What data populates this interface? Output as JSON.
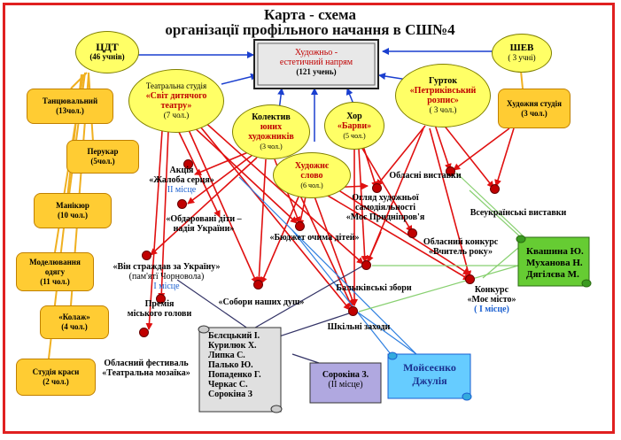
{
  "title": {
    "line1": "Карта - схема",
    "line2": "організації  профільного начання в СШ№4"
  },
  "center": {
    "line1": "Художньо -",
    "line2": "естетичний напрям",
    "line3": "(121 учень)"
  },
  "nodes": {
    "cdt": {
      "name": "ЦДТ",
      "count": "(46 учнів)"
    },
    "shev": {
      "name": "ШЕВ",
      "count": "( 3 учні)"
    },
    "theatre": {
      "pre": "Театральна студія",
      "name1": "«Світ дитячого",
      "name2": "театру»",
      "count": "(7 чол.)"
    },
    "kolektyv": {
      "pre": "Колектив",
      "name1": "юних",
      "name2": "художників",
      "count": "(3 чол.)"
    },
    "khor": {
      "pre": "Хор",
      "name": "«Барви»",
      "count": "(5 чол.)"
    },
    "slovo": {
      "name1": "Художнє",
      "name2": "слово",
      "count": "(6 чол.)"
    },
    "hurtok": {
      "pre": "Гурток",
      "name1": "«Петриківський",
      "name2": "розпис»",
      "count": "( 3 чол.)"
    }
  },
  "orange": {
    "tantsi": {
      "name": "Танцювальний",
      "count": "(13чол.)"
    },
    "perukar": {
      "name": "Перукар",
      "count": "(5чол.)"
    },
    "manikur": {
      "name": "Манікюр",
      "count": "(10 чол.)"
    },
    "model": {
      "l1": "Моделювання",
      "l2": "одягу",
      "count": "(11 чол.)"
    },
    "kolazh": {
      "name": "«Колаж»",
      "count": "(4 чол.)"
    },
    "krasa": {
      "name": "Студія краси",
      "count": "(2 чол.)"
    },
    "khud_studio": {
      "name": "Художня студія",
      "count": "(3 чол.)"
    }
  },
  "events": {
    "aktsia": {
      "l1": "Акція",
      "l2": "«Жалоба серця»",
      "place": "ІІ місце"
    },
    "obdarovani": {
      "l1": "«Обдаровані діти –",
      "l2": "надія України»"
    },
    "vin_strazhdav": {
      "l1": "«Він страждав за Україну»",
      "l2": "(пам'ятї Чорновола)",
      "place": "І місце"
    },
    "premiya": {
      "l1": "Премія",
      "l2": "міського голови"
    },
    "festival": {
      "l1": "Обласний фестиваль",
      "l2": "«Театральна мозаїка»"
    },
    "sobor": {
      "l1": "«Собори наших душ»"
    },
    "biudzhet": {
      "l1": "«Бюджет очима дітей»"
    },
    "ohliad": {
      "l1": "Огляд художньої",
      "l2": "самодіяльності",
      "l3": "«Моє Придніпров'я"
    },
    "oblasni_vystavky": {
      "l1": "Обласні виставки"
    },
    "vseukr": {
      "l1": "Всеукраїнські виставки"
    },
    "konkurs_uchytel": {
      "l1": "Обласний конкурс",
      "l2": "«Вчитель року»"
    },
    "balykivski": {
      "l1": "Балыківські збори"
    },
    "konkurs_misto": {
      "l1": "Конкурс",
      "l2": "«Моє місто»",
      "place": "( І місце)"
    },
    "shkilni": {
      "l1": "Шкільні заходи"
    }
  },
  "scrolls": {
    "group1": [
      "Бєлєцький І.",
      "Курилюк Х.",
      "Липка С.",
      "Палько Ю.",
      "Попаденко Г.",
      "Черкас С.",
      "Сорокіна З"
    ],
    "group2": [
      "Квашина Ю.",
      "Муханова Н.",
      "Дягілєва М."
    ],
    "sorokina": {
      "name": "Сорокіна З.",
      "place": "(ІІ місце)"
    },
    "moiseenko": {
      "l1": "Мойсеєнко",
      "l2": "Джулія"
    }
  },
  "colors": {
    "border": "#e02020",
    "ellipse": "#ffff66",
    "orange_box": "#ffcc33",
    "red_arrow": "#e01010",
    "blue_arrow": "#1a3fcf",
    "orange_line": "#f0b020",
    "green_scroll": "#66cc33",
    "violet_scroll": "#b0a8e0",
    "blue_scroll": "#66ccff"
  }
}
